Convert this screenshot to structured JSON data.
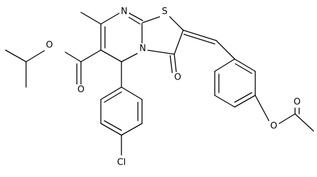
{
  "molecule": {
    "atoms": {
      "N_ring1": "N",
      "S_ring": "S",
      "N_ring2": "N",
      "O_ketone": "O",
      "O_ester_single": "O",
      "O_ester_double": "O",
      "Cl": "Cl",
      "O_acetoxy_single": "O",
      "O_acetoxy_double": "O"
    }
  }
}
